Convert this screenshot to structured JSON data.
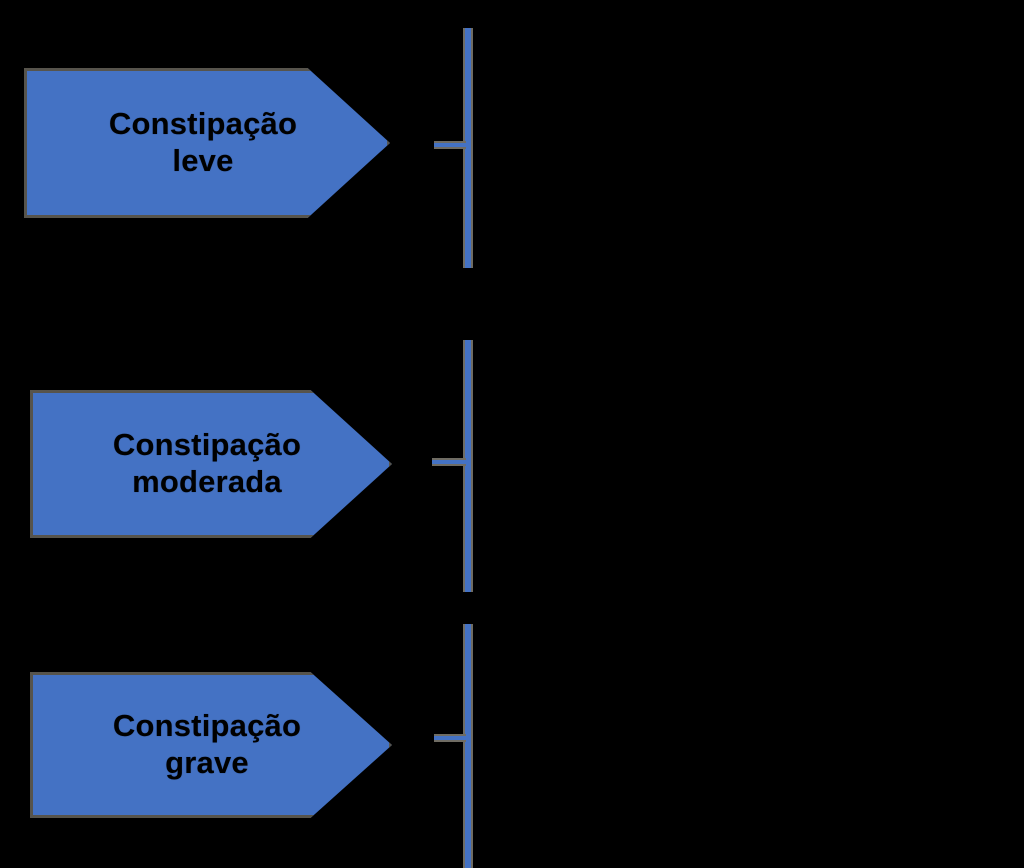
{
  "diagram": {
    "background_color": "#000000",
    "shape_fill_color": "#4472C4",
    "shape_border_color": "#57544C",
    "bracket_color": "#4472C4",
    "bracket_outline_color": "#6F6C63",
    "label_text_color": "#000000",
    "severity_levels": [
      {
        "id": "leve",
        "label_line1": "Constipação",
        "label_line2": "leve",
        "label_full": "Constipação leve"
      },
      {
        "id": "moderada",
        "label_line1": "Constipação",
        "label_line2": "moderada",
        "label_full": "Constipação moderada"
      },
      {
        "id": "grave",
        "label_line1": "Constipação",
        "label_line2": "grave",
        "label_full": "Constipação grave"
      }
    ],
    "descriptions": [
      {
        "id": "desc-leve",
        "text": ""
      },
      {
        "id": "desc-moderada",
        "text": ""
      },
      {
        "id": "desc-grave",
        "text": ""
      }
    ]
  }
}
